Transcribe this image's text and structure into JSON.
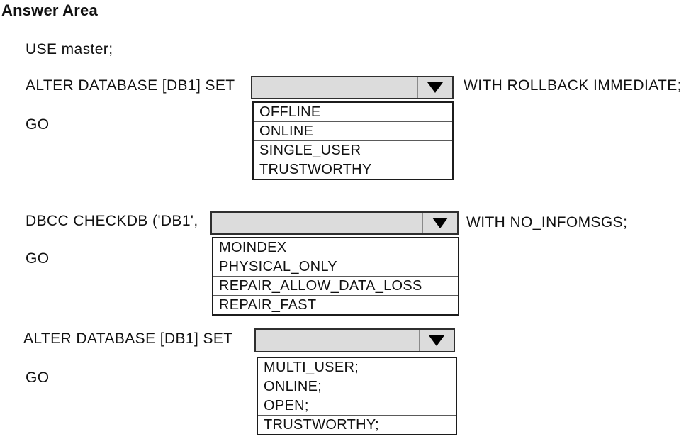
{
  "page": {
    "title": "Answer Area"
  },
  "colors": {
    "background": "#ffffff",
    "text": "#111111",
    "combobox_fill": "#dcdcdc",
    "combobox_border": "#2f2f2f",
    "list_border": "#1c1c1c",
    "row_divider": "#5a5a5a",
    "arrow": "#000000"
  },
  "icons": {
    "dropdown_arrow": "▼"
  },
  "use_statement": "USE master;",
  "blocks": [
    {
      "prefix": "ALTER DATABASE [DB1] SET",
      "suffix": "WITH ROLLBACK IMMEDIATE;",
      "go_label": "GO",
      "dropdown": {
        "selected_value": "",
        "options": [
          "OFFLINE",
          "ONLINE",
          "SINGLE_USER",
          "TRUSTWORTHY"
        ]
      }
    },
    {
      "prefix": "DBCC CHECKDB ('DB1',",
      "suffix": "WITH NO_INFOMSGS;",
      "go_label": "GO",
      "dropdown": {
        "selected_value": "",
        "options": [
          "MOINDEX",
          "PHYSICAL_ONLY",
          "REPAIR_ALLOW_DATA_LOSS",
          "REPAIR_FAST"
        ]
      }
    },
    {
      "prefix": "ALTER DATABASE [DB1] SET",
      "suffix": "",
      "go_label": "GO",
      "dropdown": {
        "selected_value": "",
        "options": [
          "MULTI_USER;",
          "ONLINE;",
          "OPEN;",
          "TRUSTWORTHY;"
        ]
      }
    }
  ]
}
